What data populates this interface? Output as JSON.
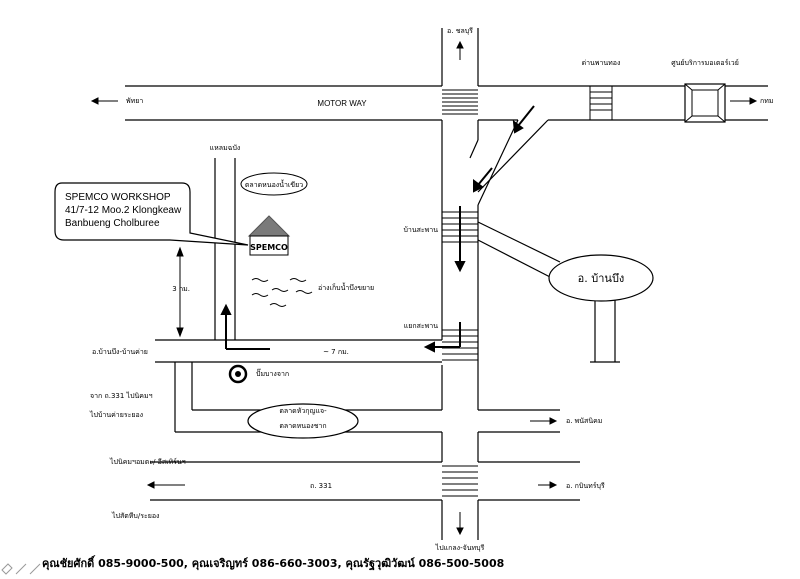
{
  "labels": {
    "top_north": "อ. ชลบุรี",
    "checkpoint": "ด่านพานทอง",
    "service_center": "ศูนย์บริการมอเตอร์เวย์",
    "pattaya": "พัทยา",
    "bangkok": "กทม",
    "motorway": "MOTOR WAY",
    "laem_chabang": "แหลมฉบัง",
    "market_nam_khiao": "ตลาดหนองน้ำเขียว",
    "ban_saphan": "บ้านสะพาน",
    "amphoe_ban_bueng": "อ. บ้านบึง",
    "reservoir": "อ่างเก็บน้ำบึงขยาย",
    "distance_3km": "3 กม.",
    "saphan_junction": "แยกสะพาน",
    "ban_bueng_ban_khai": "อ.บ้านบึง-บ้านค่าย",
    "distance_7km": "~ 7 กม.",
    "gas_station": "ปั๊มบางจาก",
    "from_331": "จาก ถ.331 ไปนิคมฯ",
    "to_ban_khai": "ไปบ้านค่ายระยอง",
    "market_hua_kunjae": "ตลาดหัวกุญแจ-",
    "market_nong_chak": "ตลาดหนองชาก",
    "phanat_nikhom": "อ. พนัสนิคม",
    "to_nikhom_etc": "ไปนิคมฯอมตะ/ อีสเทิร์นฯ",
    "road_331": "ถ. 331",
    "kabin_buri": "อ. กบินทร์บุรี",
    "to_sattahip": "ไปสัตหีบ/ระยอง",
    "to_klaeng": "ไปแกลง-จันทบุรี"
  },
  "workshop": {
    "line1": "SPEMCO WORKSHOP",
    "line2": "41/7-12 Moo.2 Klongkeaw",
    "line3": "Banbueng Cholburee"
  },
  "logo": {
    "text": "SPEMCO",
    "brand_color": "#7a7a7a"
  },
  "footer": {
    "contacts": "คุณชัยศักดิ์ 085-9000-500, คุณเจริญทร์ 086-660-3003, คุณรัฐวุฒิวัฒน์ 086-500-5008",
    "corner_icon": "pencil-arrow-icon"
  }
}
